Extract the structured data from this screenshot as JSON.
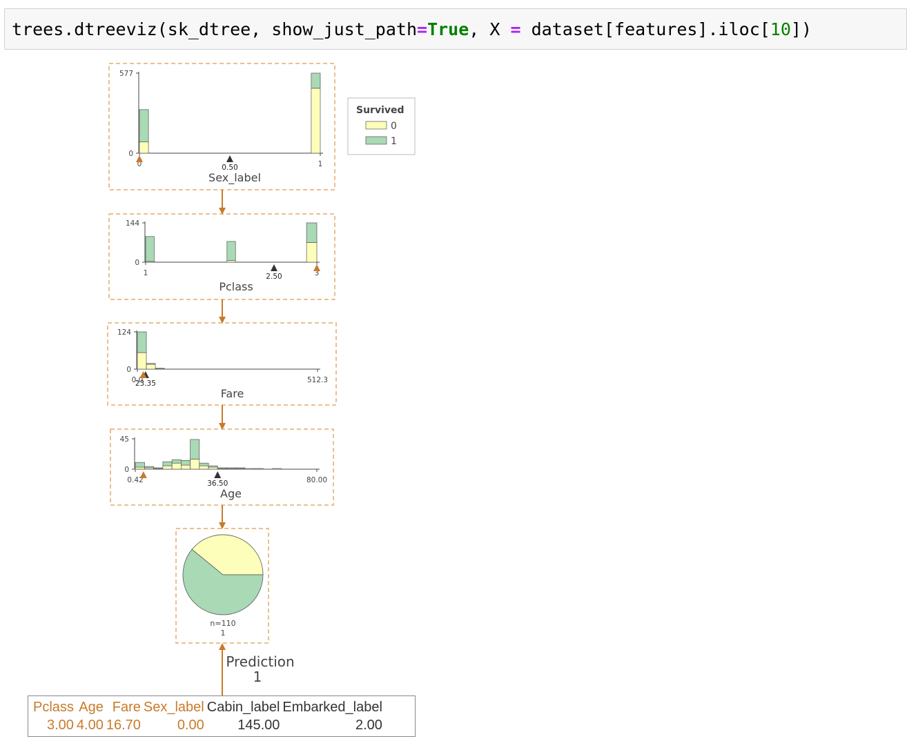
{
  "code": {
    "func": "trees.dtreeviz(sk_dtree, show_just_path",
    "op1": "=",
    "kw": "True",
    "mid": ", X ",
    "op2": "=",
    "rest": " dataset[features].iloc[",
    "num": "10",
    "end": "])"
  },
  "colors": {
    "class0": "#fefebb",
    "class1": "#a9d9b5",
    "path": "#c87a2a",
    "box_border": "#e4ac6c"
  },
  "legend": {
    "title": "Survived",
    "items": [
      "0",
      "1"
    ]
  },
  "chart_data": [
    {
      "type": "bar",
      "feature": "Sex_label",
      "xlabel": "Sex_label",
      "xlim": [
        0,
        1
      ],
      "ylim": [
        0,
        577
      ],
      "yticks": [
        "0",
        "577"
      ],
      "xticks": [
        {
          "value": 0,
          "label": "0"
        },
        {
          "value": 1,
          "label": "1"
        }
      ],
      "split": {
        "value": 0.5,
        "label": "0.50"
      },
      "instance_value": 0,
      "bins": [
        {
          "x0": 0,
          "x1": 0.05,
          "values": [
            81,
            233
          ]
        },
        {
          "x0": 0.95,
          "x1": 1,
          "values": [
            468,
            109
          ]
        }
      ]
    },
    {
      "type": "bar",
      "feature": "Pclass",
      "xlabel": "Pclass",
      "xlim": [
        1,
        3
      ],
      "ylim": [
        0,
        144
      ],
      "yticks": [
        "0",
        "144"
      ],
      "xticks": [
        {
          "value": 1,
          "label": "1"
        },
        {
          "value": 3,
          "label": "3"
        }
      ],
      "split": {
        "value": 2.5,
        "label": "2.50"
      },
      "instance_value": 3,
      "bins": [
        {
          "x0": 1.0,
          "x1": 1.1,
          "values": [
            3,
            91
          ]
        },
        {
          "x0": 1.95,
          "x1": 2.05,
          "values": [
            6,
            70
          ]
        },
        {
          "x0": 2.88,
          "x1": 3.0,
          "values": [
            72,
            72
          ]
        }
      ]
    },
    {
      "type": "bar",
      "feature": "Fare",
      "xlabel": "Fare",
      "xlim": [
        0,
        512.3
      ],
      "ylim": [
        0,
        124
      ],
      "yticks": [
        "0",
        "124"
      ],
      "xticks": [
        {
          "value": 0,
          "label": "0.0"
        },
        {
          "value": 512.3,
          "label": "512.3"
        }
      ],
      "split": {
        "value": 23.35,
        "label": "23.35"
      },
      "instance_value": 16.7,
      "bins": [
        {
          "x0": 0,
          "x1": 25.6,
          "values": [
            55,
            69
          ]
        },
        {
          "x0": 25.6,
          "x1": 51.2,
          "values": [
            16,
            3
          ]
        },
        {
          "x0": 51.2,
          "x1": 76.8,
          "values": [
            2,
            1
          ]
        }
      ]
    },
    {
      "type": "bar",
      "feature": "Age",
      "xlabel": "Age",
      "xlim": [
        0.42,
        80.0
      ],
      "ylim": [
        0,
        45
      ],
      "yticks": [
        "0",
        "45"
      ],
      "xticks": [
        {
          "value": 0.42,
          "label": "0.42"
        },
        {
          "value": 80.0,
          "label": "80.00"
        }
      ],
      "split": {
        "value": 36.5,
        "label": "36.50"
      },
      "instance_value": 4.0,
      "bins": [
        {
          "x0": 0.42,
          "x1": 4.5,
          "values": [
            3,
            7
          ]
        },
        {
          "x0": 4.5,
          "x1": 8.5,
          "values": [
            2,
            2
          ]
        },
        {
          "x0": 8.5,
          "x1": 12.5,
          "values": [
            1,
            1
          ]
        },
        {
          "x0": 12.5,
          "x1": 16.5,
          "values": [
            5,
            6
          ]
        },
        {
          "x0": 16.5,
          "x1": 20.5,
          "values": [
            9,
            5
          ]
        },
        {
          "x0": 20.5,
          "x1": 24.5,
          "values": [
            6,
            7
          ]
        },
        {
          "x0": 24.5,
          "x1": 28.5,
          "values": [
            15,
            29
          ]
        },
        {
          "x0": 28.5,
          "x1": 32.5,
          "values": [
            5,
            4
          ]
        },
        {
          "x0": 32.5,
          "x1": 36.5,
          "values": [
            3,
            2
          ]
        },
        {
          "x0": 36.5,
          "x1": 40.5,
          "values": [
            1,
            1
          ]
        },
        {
          "x0": 40.5,
          "x1": 44.5,
          "values": [
            1,
            1
          ]
        },
        {
          "x0": 44.5,
          "x1": 48.5,
          "values": [
            1,
            1
          ]
        },
        {
          "x0": 48.5,
          "x1": 52.5,
          "values": [
            1,
            0
          ]
        },
        {
          "x0": 52.5,
          "x1": 56.5,
          "values": [
            0,
            1
          ]
        },
        {
          "x0": 60.5,
          "x1": 64.5,
          "values": [
            1,
            0
          ]
        }
      ]
    },
    {
      "type": "pie",
      "labels": [
        "0",
        "1"
      ],
      "values": [
        43,
        67
      ],
      "n_label": "n=110",
      "class_label": "1"
    }
  ],
  "prediction": {
    "title": "Prediction",
    "value": "1"
  },
  "instance": {
    "headers": [
      "Pclass",
      "Age",
      "Fare",
      "Sex_label",
      "Cabin_label",
      "Embarked_label"
    ],
    "values": [
      "3.00",
      "4.00",
      "16.70",
      "0.00",
      "145.00",
      "2.00"
    ],
    "highlighted": [
      true,
      true,
      true,
      true,
      false,
      false
    ]
  }
}
